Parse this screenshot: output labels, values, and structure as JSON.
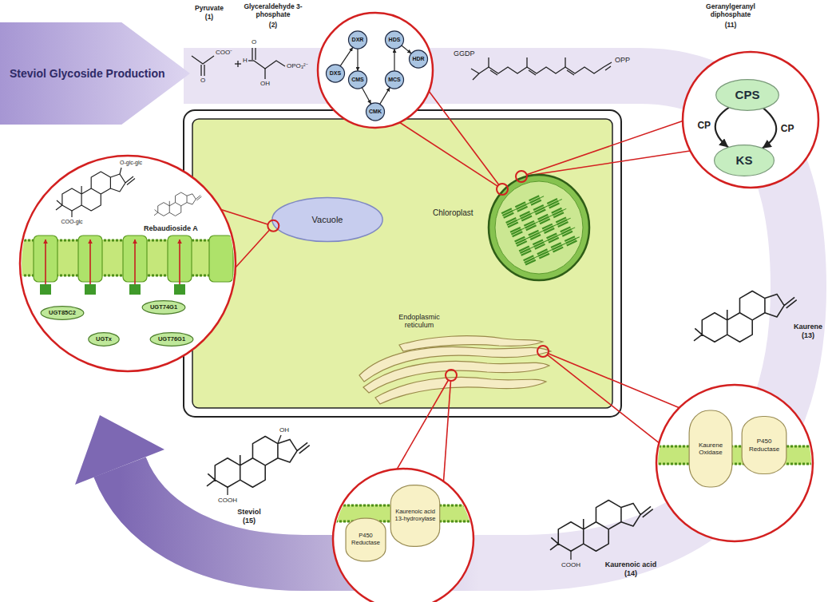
{
  "diagram": {
    "nodes": [
      {
        "text": [
          "Steviol Glycoside Production"
        ]
      },
      {
        "text": [
          "DXS"
        ]
      },
      {
        "text": [
          "DXR"
        ]
      },
      {
        "text": [
          "CMS"
        ]
      },
      {
        "text": [
          "CMK"
        ]
      },
      {
        "text": [
          "MCS"
        ]
      },
      {
        "text": [
          "HDS"
        ]
      },
      {
        "text": [
          "HDR"
        ]
      },
      {
        "text": [
          "CPS"
        ]
      },
      {
        "text": [
          "KS"
        ]
      },
      {
        "text": [
          "Vacuole"
        ]
      },
      {
        "text": [
          "Chloroplast"
        ]
      },
      {
        "text": [
          "Kaurene Oxidase"
        ]
      },
      {
        "text": [
          "P450 Reductase"
        ]
      },
      {
        "text": [
          "P450 Reductase"
        ]
      },
      {
        "text": [
          "Kaurenoic acid 13-hydroxylase"
        ]
      },
      {
        "text": [
          "UGT85C2"
        ]
      },
      {
        "text": [
          "UGT74G1"
        ]
      },
      {
        "text": [
          "UGTx"
        ]
      },
      {
        "text": [
          "UGT76G1"
        ]
      }
    ],
    "edges": [
      {
        "from": 1,
        "to": 2,
        "arrow": "to"
      },
      {
        "from": 2,
        "to": 3,
        "arrow": "to"
      },
      {
        "from": 3,
        "to": 4,
        "arrow": "to"
      },
      {
        "from": 4,
        "to": 5,
        "arrow": "to"
      },
      {
        "from": 5,
        "to": 6,
        "arrow": "to"
      },
      {
        "from": 6,
        "to": 7,
        "arrow": "to"
      },
      {
        "from": 8,
        "to": 9,
        "label": "CP",
        "arrow": "to"
      },
      {
        "from": 8,
        "to": 9,
        "label": "CP",
        "arrow": "to"
      }
    ],
    "labels": [
      "Pyruvate",
      "(1)",
      "COO⁻",
      "O",
      "Glyceraldehyde 3-phosphate",
      "(2)",
      "H",
      "O",
      "OH",
      "OPO₃²⁻",
      "Geranylgeranyl diphosphate",
      "(11)",
      "GGDP",
      "OPP",
      "Kaurene",
      "(13)",
      "Kaurenoic acid",
      "(14)",
      "COOH",
      "Steviol",
      "(15)",
      "OH",
      "COOH",
      "Rebaudioside A",
      "O-glc-glc",
      "COO-glc",
      "Endoplasmic reticulum"
    ]
  }
}
